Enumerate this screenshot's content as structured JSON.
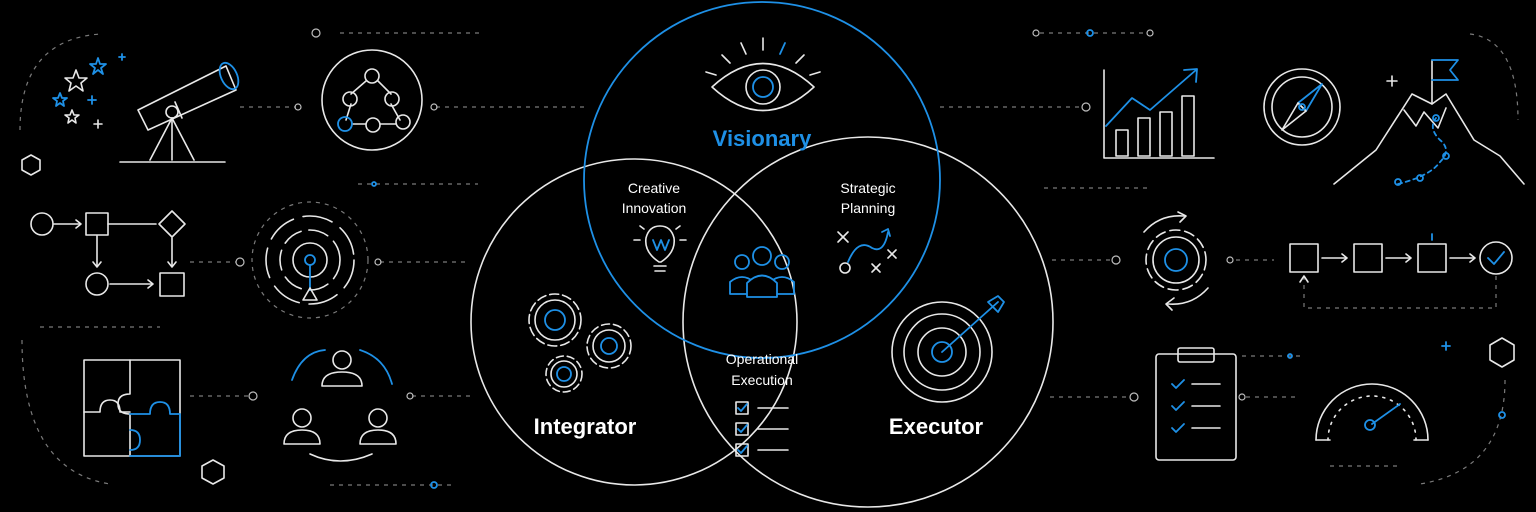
{
  "colors": {
    "background": "#000000",
    "accent": "#1e90e6",
    "line": "#e8e8e8",
    "dim": "#6e6e6e"
  },
  "roles": {
    "visionary": "Visionary",
    "integrator": "Integrator",
    "executor": "Executor"
  },
  "overlaps": {
    "creative": [
      "Creative",
      "Innovation"
    ],
    "strategic": [
      "Strategic",
      "Planning"
    ],
    "operational": [
      "Operational",
      "Execution"
    ]
  },
  "center_icon": "team-icon",
  "left_icons": [
    "telescope-icon",
    "network-icon",
    "flowchart-icon",
    "radar-icon",
    "puzzle-icon",
    "people-cycle-icon"
  ],
  "right_icons": [
    "growth-chart-icon",
    "compass-icon",
    "mountain-flag-icon",
    "gear-cycle-icon",
    "process-flow-icon",
    "clipboard-checklist-icon",
    "speedometer-icon"
  ]
}
